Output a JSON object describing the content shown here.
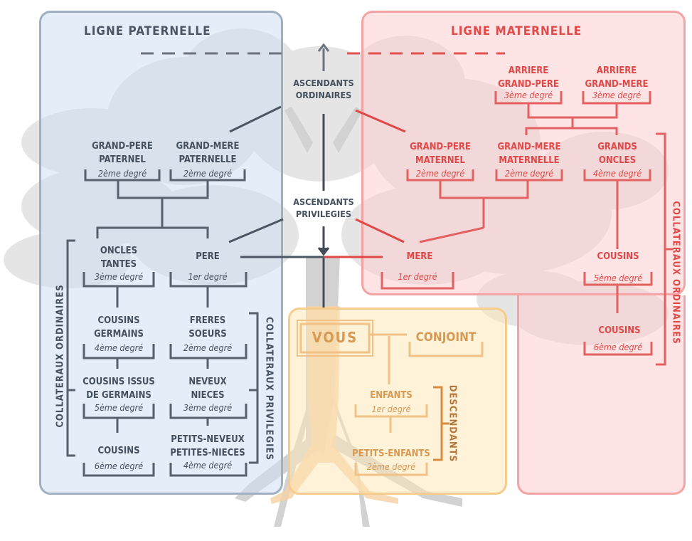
{
  "zones": {
    "paternal_title": "LIGNE PATERNELLE",
    "maternal_title": "LIGNE MATERNELLE"
  },
  "center": {
    "ordinary_line1": "ASCENDANTS",
    "ordinary_line2": "ORDINAIRES",
    "privileged_line1": "ASCENDANTS",
    "privileged_line2": "PRIVILEGIES"
  },
  "paternal": {
    "grand_pere": {
      "line1": "GRAND-PERE",
      "line2": "PATERNEL",
      "degree": "2ème degré"
    },
    "grand_mere": {
      "line1": "GRAND-MERE",
      "line2": "PATERNELLE",
      "degree": "2ème degré"
    },
    "oncles": {
      "line1": "ONCLES",
      "line2": "TANTES",
      "degree": "3ème degré"
    },
    "pere": {
      "label": "PERE",
      "degree": "1er degré"
    },
    "cousins_germains": {
      "line1": "COUSINS",
      "line2": "GERMAINS",
      "degree": "4ème degré"
    },
    "freres": {
      "line1": "FRERES",
      "line2": "SOEURS",
      "degree": "2ème degré"
    },
    "cousins_issus": {
      "line1": "COUSINS ISSUS",
      "line2": "DE GERMAINS",
      "degree": "5ème degré"
    },
    "neveux": {
      "line1": "NEVEUX",
      "line2": "NIECES",
      "degree": "3ème degré"
    },
    "cousins": {
      "label": "COUSINS",
      "degree": "6ème degré"
    },
    "petits_neveux": {
      "line1": "PETITS-NEVEUX",
      "line2": "PETITES-NIECES",
      "degree": "4ème degré"
    },
    "side_ordinary": "COLLATERAUX ORDINAIRES",
    "side_privileged": "COLLATERAUX PRIVILEGIES"
  },
  "maternal": {
    "arriere_gp": {
      "line1": "ARRIERE",
      "line2": "GRAND-PERE",
      "degree": "3ème degré"
    },
    "arriere_gm": {
      "line1": "ARRIERE",
      "line2": "GRAND-MERE",
      "degree": "3ème degré"
    },
    "grand_pere": {
      "line1": "GRAND-PERE",
      "line2": "MATERNEL",
      "degree": "2ème degré"
    },
    "grand_mere": {
      "line1": "GRAND-MERE",
      "line2": "MATERNELLE",
      "degree": "2ème degré"
    },
    "grands_oncles": {
      "line1": "GRANDS",
      "line2": "ONCLES",
      "degree": "4ème degré"
    },
    "mere": {
      "label": "MERE",
      "degree": "1er degré"
    },
    "cousins5": {
      "label": "COUSINS",
      "degree": "5ème degré"
    },
    "cousins6": {
      "label": "COUSINS",
      "degree": "6ème degré"
    },
    "side_ordinary": "COLLATERAUX ORDINAIRES"
  },
  "you": {
    "vous": "VOUS",
    "conjoint": "CONJOINT",
    "enfants": {
      "label": "ENFANTS",
      "degree": "1er degré"
    },
    "petits_enfants": {
      "label": "PETITS-ENFANTS",
      "degree": "2ème degré"
    },
    "side": "DESCENDANTS"
  },
  "colors": {
    "paternal": "#45505e",
    "maternal": "#e04848",
    "descendants": "#d89952",
    "paternal_bg": "#cddff3",
    "maternal_bg": "#fdcdcd",
    "descendants_bg": "#fee6b4"
  }
}
